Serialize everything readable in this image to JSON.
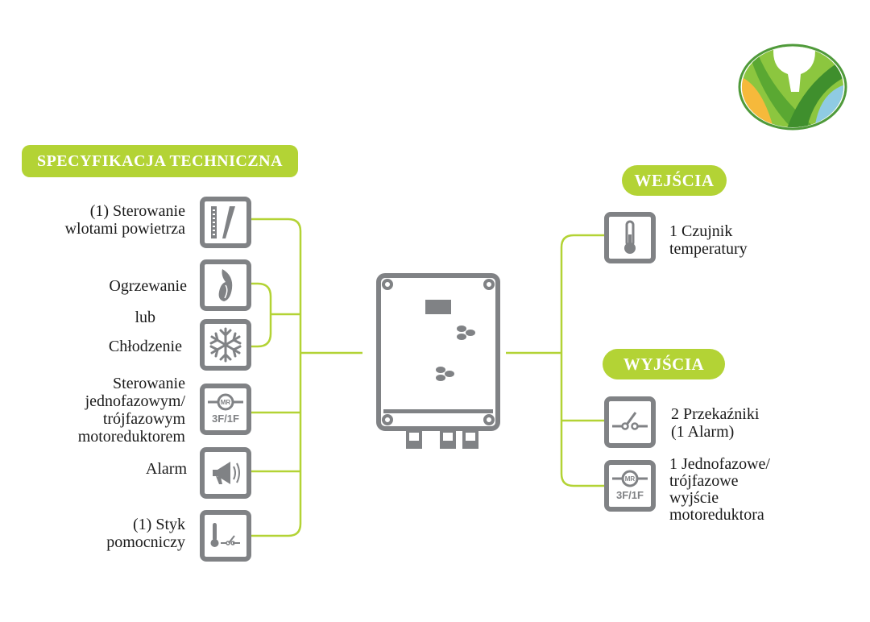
{
  "colors": {
    "accent": "#b3d335",
    "icon_gray": "#808285"
  },
  "spec_header": "SPECYFIKACJA TECHNICZNA",
  "left_items": [
    {
      "icon": "air-inlet-icon",
      "lines": [
        "(1) Sterowanie",
        "wlotami powietrza"
      ]
    },
    {
      "icon": "flame-icon",
      "lines": [
        "Ogrzewanie"
      ]
    },
    {
      "icon": "text-only",
      "lines": [
        "lub"
      ]
    },
    {
      "icon": "snowflake-icon",
      "lines": [
        "Chłodzenie"
      ]
    },
    {
      "icon": "motor-reducer-icon",
      "lines": [
        "Sterowanie",
        "jednofazowym/",
        "trójfazowym",
        "motoreduktorem"
      ]
    },
    {
      "icon": "alarm-horn-icon",
      "lines": [
        "Alarm"
      ]
    },
    {
      "icon": "thermo-switch-icon",
      "lines": [
        "(1) Styk",
        "pomocniczy"
      ]
    }
  ],
  "inputs_header": "WEJŚCIA",
  "inputs": [
    {
      "icon": "thermometer-icon",
      "lines": [
        "1 Czujnik",
        "temperatury"
      ]
    }
  ],
  "outputs_header": "WYJŚCIA",
  "outputs": [
    {
      "icon": "relay-switch-icon",
      "lines": [
        "2 Przekaźniki",
        "(1 Alarm)"
      ]
    },
    {
      "icon": "motor-reducer-icon",
      "lines": [
        "1 Jednofazowe/",
        "trójfazowe",
        "wyjście",
        "motoreduktora"
      ]
    }
  ],
  "motor_icon_text": {
    "top": "MR",
    "bottom": "3F/1F"
  }
}
